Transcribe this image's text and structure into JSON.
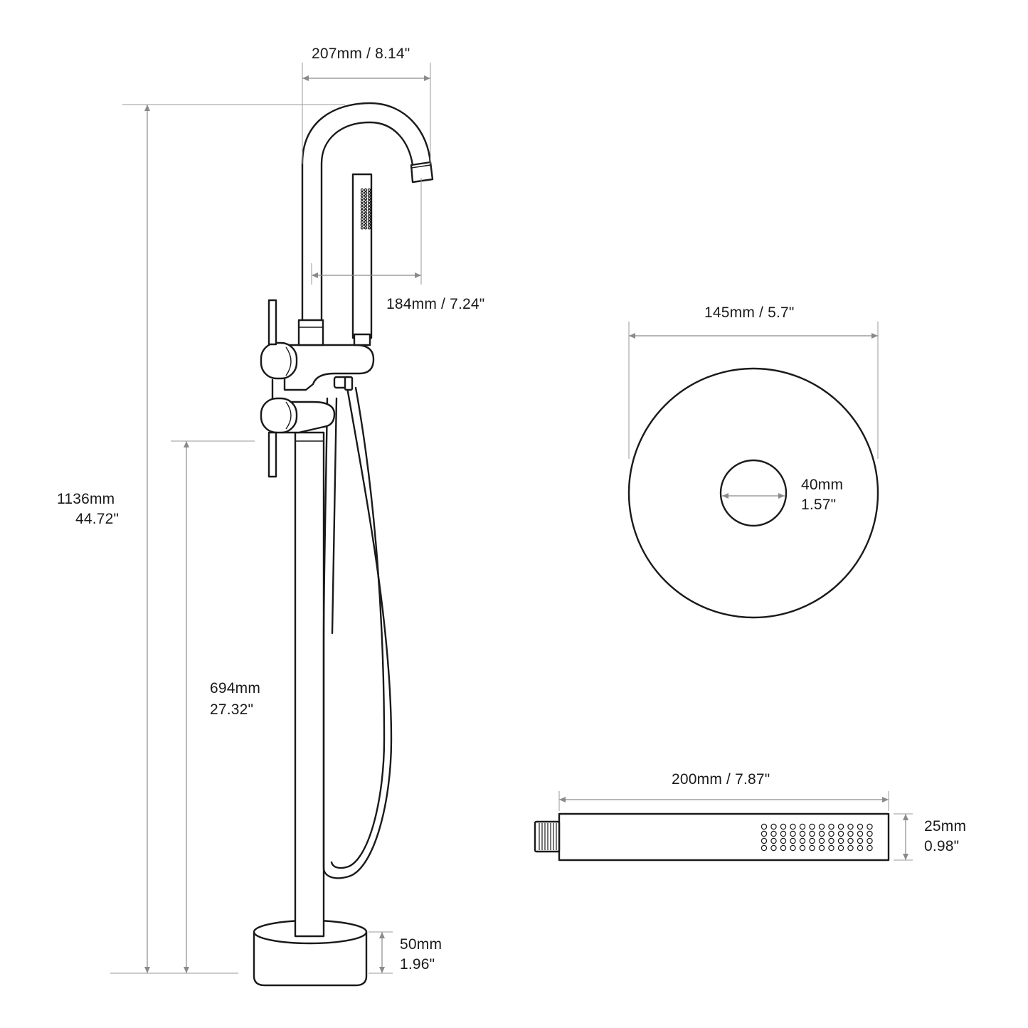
{
  "faucet": {
    "spout_reach": "207mm / 8.14\"",
    "handshower_offset": "184mm / 7.24\"",
    "total_height_mm": "1136mm",
    "total_height_in": "44.72\"",
    "valve_height_mm": "694mm",
    "valve_height_in": "27.32\"",
    "base_height_mm": "50mm",
    "base_height_in": "1.96\""
  },
  "base_plate": {
    "diameter": "145mm / 5.7\"",
    "center_hole_mm": "40mm",
    "center_hole_in": "1.57\""
  },
  "hand_shower": {
    "length": "200mm / 7.87\"",
    "width_mm": "25mm",
    "width_in": "0.98\""
  }
}
